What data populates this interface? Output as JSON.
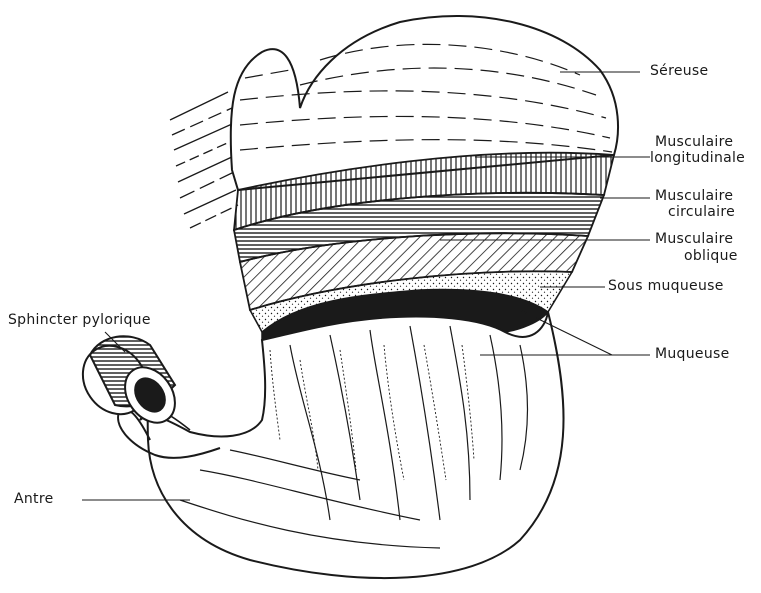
{
  "labels": {
    "sereuse": "Séreuse",
    "musc_long_1": "Musculaire",
    "musc_long_2": "longitudinale",
    "musc_circ_1": "Musculaire",
    "musc_circ_2": "circulaire",
    "musc_obl_1": "Musculaire",
    "musc_obl_2": "oblique",
    "sous_muqueuse": "Sous muqueuse",
    "muqueuse": "Muqueuse",
    "sphincter": "Sphincter pylorique",
    "antre": "Antre"
  },
  "colors": {
    "ink": "#1a1a1a",
    "paper": "#ffffff"
  }
}
